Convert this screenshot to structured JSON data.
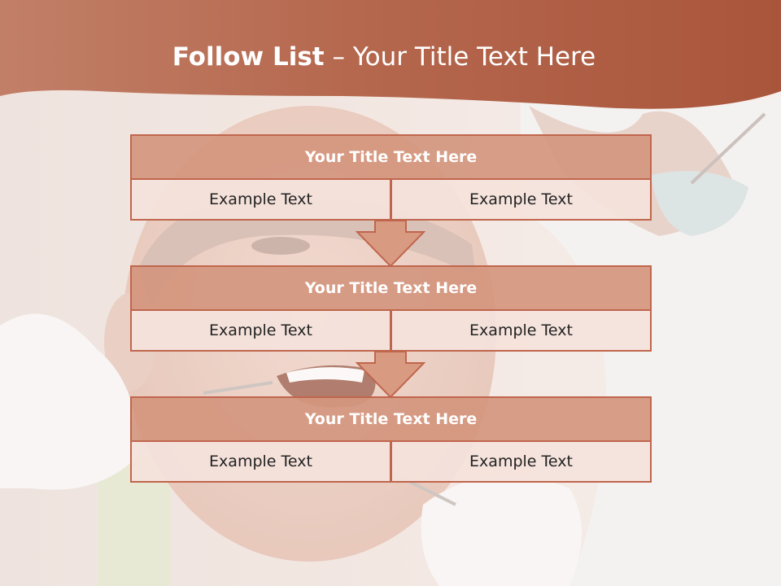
{
  "slide": {
    "title_strong": "Follow List",
    "title_rest": "– Your Title Text Here"
  },
  "flow": [
    {
      "title": "Your Title Text Here",
      "cells": [
        "Example Text",
        "Example Text"
      ]
    },
    {
      "title": "Your Title Text Here",
      "cells": [
        "Example Text",
        "Example Text"
      ]
    },
    {
      "title": "Your Title Text Here",
      "cells": [
        "Example Text",
        "Example Text"
      ]
    }
  ],
  "colors": {
    "header": "#b8664a",
    "box_title_fill": "#d4967e",
    "box_border": "#c0664d",
    "cell_fill": "#f4e2dc",
    "arrow_fill": "#d99a82"
  }
}
